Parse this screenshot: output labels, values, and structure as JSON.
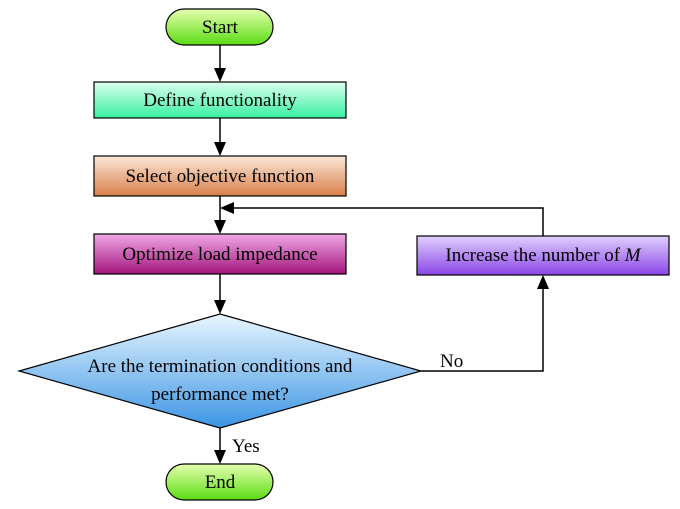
{
  "nodes": {
    "start": {
      "label": "Start"
    },
    "define": {
      "label": "Define functionality"
    },
    "select": {
      "label": "Select objective function"
    },
    "optimize": {
      "label": "Optimize load impedance"
    },
    "decision": {
      "line1": "Are the termination conditions and",
      "line2": "performance met?"
    },
    "increase": {
      "label": "Increase the number of ",
      "label_var": "M"
    },
    "end": {
      "label": "End"
    }
  },
  "edges": {
    "no_label": "No",
    "yes_label": "Yes"
  },
  "colors": {
    "terminal_top": "#e6ffb0",
    "terminal_bottom": "#5bdc12",
    "define_top": "#dcfff0",
    "define_bottom": "#38f0a0",
    "select_top": "#fbe7d8",
    "select_bottom": "#d8804a",
    "optimize_top": "#f0a8e4",
    "optimize_bottom": "#a3157e",
    "decision_top": "#e8f6ff",
    "decision_bottom": "#3c95e4",
    "increase_top": "#e0d0ff",
    "increase_bottom": "#8a45e6"
  }
}
